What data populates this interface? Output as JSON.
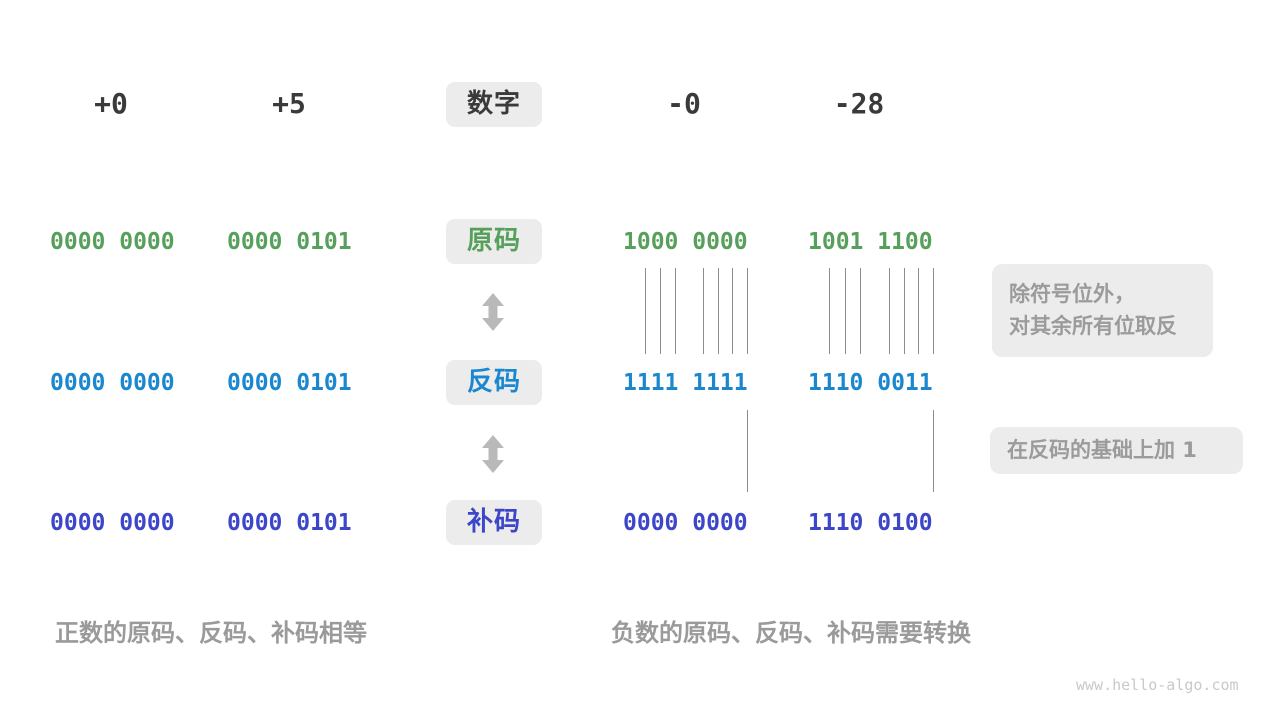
{
  "header": {
    "numbers": [
      "+0",
      "+5",
      "-0",
      "-28"
    ],
    "label": "数字"
  },
  "rows": [
    {
      "label": "原码",
      "color": "#57a05c",
      "values": [
        "0000 0000",
        "0000 0101",
        "1000 0000",
        "1001 1100"
      ]
    },
    {
      "label": "反码",
      "color": "#1b87cf",
      "values": [
        "0000 0000",
        "0000 0101",
        "1111 1111",
        "1110 0011"
      ]
    },
    {
      "label": "补码",
      "color": "#3d46c8",
      "values": [
        "0000 0000",
        "0000 0101",
        "0000 0000",
        "1110 0100"
      ]
    }
  ],
  "annotations": {
    "invert_line1": "除符号位外，",
    "invert_line2": "对其余所有位取反",
    "add_one": "在反码的基础上加 1"
  },
  "captions": {
    "positive": "正数的原码、反码、补码相等",
    "negative": "负数的原码、反码、补码需要转换"
  },
  "watermark": "www.hello-algo.com",
  "colors": {
    "green": "#57a05c",
    "blue": "#1b87cf",
    "indigo": "#3d46c8",
    "number_dark": "#3a3a3a",
    "caption_gray": "#9a9a9a",
    "annotation_gray": "#9b9b9b",
    "box_background": "#ececec",
    "mapping_line": "#8c8c8c",
    "arrow_gray": "#b9b9b9",
    "watermark_gray": "#c9c9c9"
  }
}
